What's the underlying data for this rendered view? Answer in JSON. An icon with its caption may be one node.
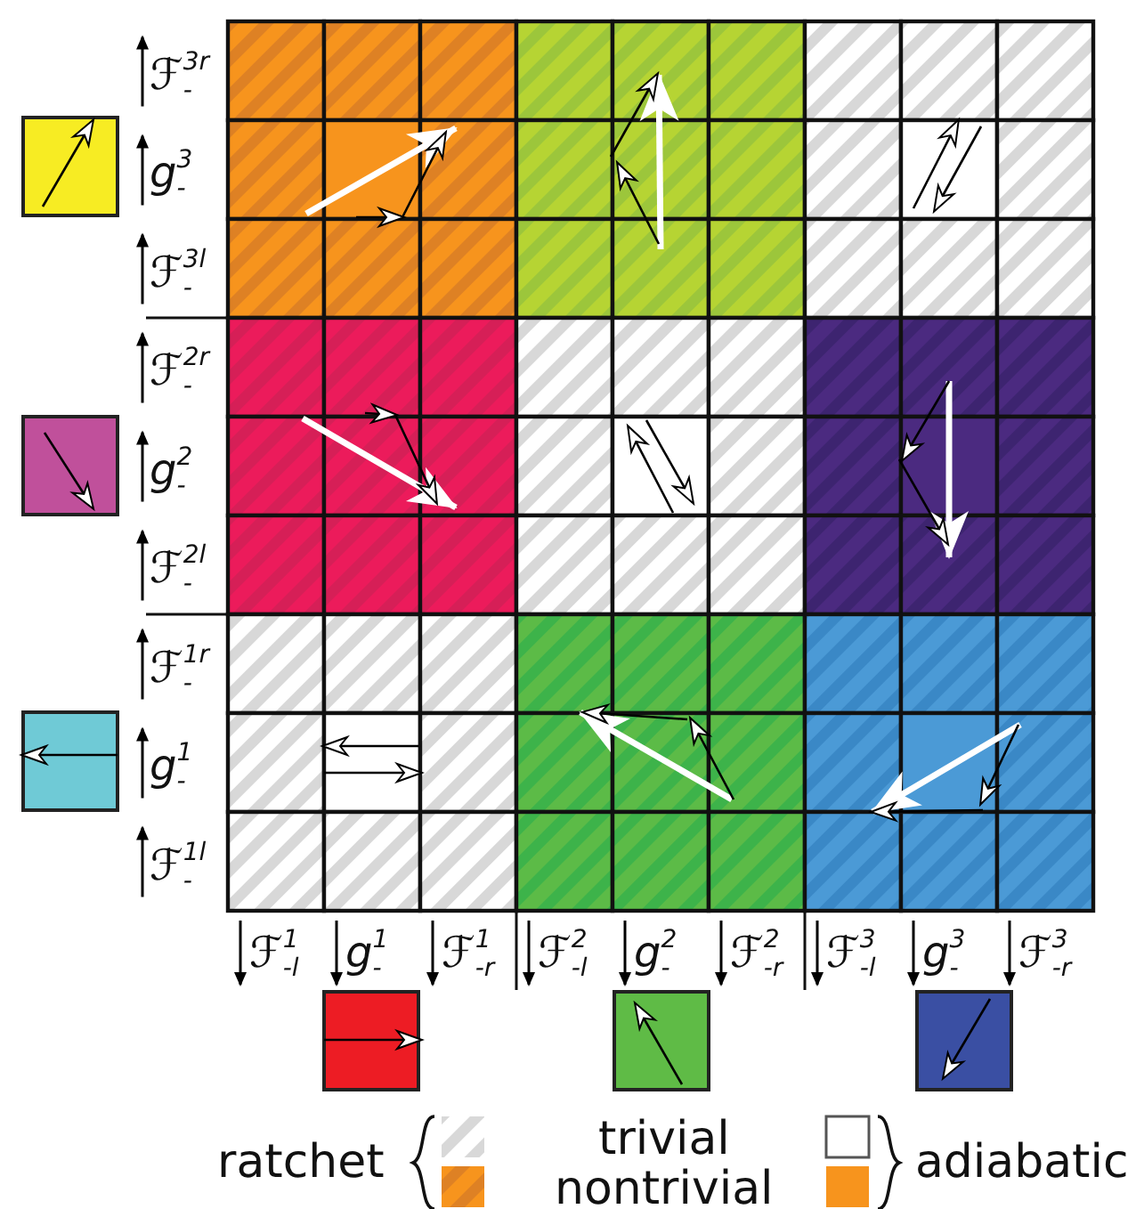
{
  "diagram": {
    "labels": [
      "ℱ$^{3r}$$_{-}$",
      "g$^{3}$$_{-}$",
      "ℱ$^{3l}$$_{-}$",
      "ℱ$^{2r}$$_{-}$",
      "g$^{2}$$_{-}$",
      "ℱ$^{2l}$$_{-}$",
      "ℱ$^{1r}$$_{-}$",
      "g$^{1}$$_{-}$",
      "ℱ$^{1l}$$_{-}$",
      "ℱ$^{1}$$_{-l}$",
      "g$^{1}$$_{-}$",
      "ℱ$^{1}$$_{-r}$",
      "ℱ$^{2}$$_{-l}$",
      "g$^{2}$$_{-}$",
      "ℱ$^{2}$$_{-r}$",
      "ℱ$^{3}$$_{-l}$",
      "g$^{3}$$_{-}$",
      "ℱ$^{3}$$_{-r}$",
      "ratchet",
      "trivial",
      "nontrivial",
      "adiabatic"
    ]
  }
}
